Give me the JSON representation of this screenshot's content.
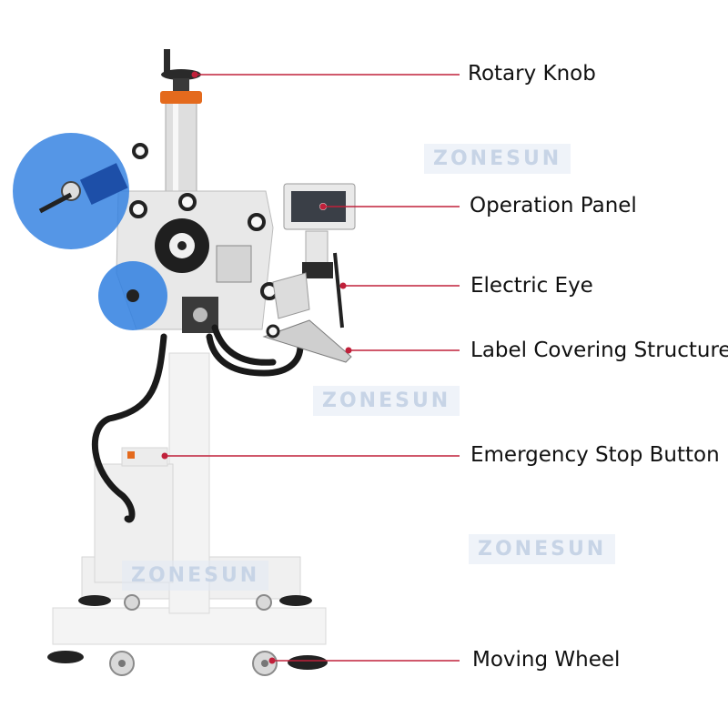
{
  "callouts": [
    {
      "id": "rotary-knob",
      "label": "Rotary Knob"
    },
    {
      "id": "operation-panel",
      "label": "Operation Panel"
    },
    {
      "id": "electric-eye",
      "label": "Electric Eye"
    },
    {
      "id": "label-covering-structure",
      "label": "Label Covering Structure"
    },
    {
      "id": "emergency-stop-button",
      "label": "Emergency Stop Button"
    },
    {
      "id": "moving-wheel",
      "label": "Moving Wheel"
    }
  ],
  "watermark": {
    "brand": "ZONESUN"
  },
  "colors": {
    "leader_line": "#c0203a",
    "frame": "#f2f2f2",
    "label_roll": "#2f7fe0",
    "cable": "#1a1a1a",
    "accent_orange": "#e46a1d"
  }
}
